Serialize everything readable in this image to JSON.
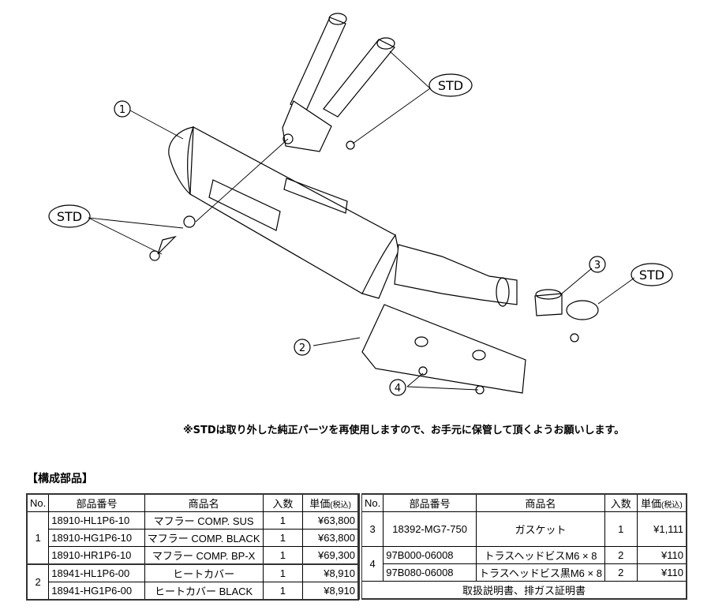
{
  "diagram": {
    "callouts": {
      "c1": "1",
      "c2": "2",
      "c3": "3",
      "c4": "4",
      "std_top": "STD",
      "std_left": "STD",
      "std_right": "STD"
    },
    "note": "※STDは取り外した純正パーツを再使用しますので、お手元に保管して頂くようお願いします。"
  },
  "parts": {
    "title": "【構成部品】",
    "headers": {
      "no": "No.",
      "part_number": "部品番号",
      "name": "商品名",
      "qty": "入数",
      "price": "単価",
      "price_note": "(税込)"
    },
    "left": [
      {
        "no": "1",
        "part_number": "18910-HL1P6-10",
        "name": "マフラー COMP. SUS",
        "qty": "1",
        "price": "¥63,800"
      },
      {
        "part_number": "18910-HG1P6-10",
        "name": "マフラー COMP. BLACK",
        "qty": "1",
        "price": "¥63,800"
      },
      {
        "part_number": "18910-HR1P6-10",
        "name": "マフラー COMP. BP-X",
        "qty": "1",
        "price": "¥69,300"
      },
      {
        "no": "2",
        "part_number": "18941-HL1P6-00",
        "name": "ヒートカバー",
        "qty": "1",
        "price": "¥8,910"
      },
      {
        "part_number": "18941-HG1P6-00",
        "name": "ヒートカバー BLACK",
        "qty": "1",
        "price": "¥8,910"
      }
    ],
    "right": [
      {
        "no": "3",
        "part_number": "18392-MG7-750",
        "name": "ガスケット",
        "qty": "1",
        "price": "¥1,111"
      },
      {
        "no": "4",
        "part_number": "97B000-06008",
        "name": "トラスヘッドビスM6 × 8",
        "qty": "2",
        "price": "¥110"
      },
      {
        "part_number": "97B080-06008",
        "name": "トラスヘッドビス黒M6 × 8",
        "qty": "2",
        "price": "¥110"
      }
    ],
    "footer": "取扱説明書、排ガス証明書"
  }
}
